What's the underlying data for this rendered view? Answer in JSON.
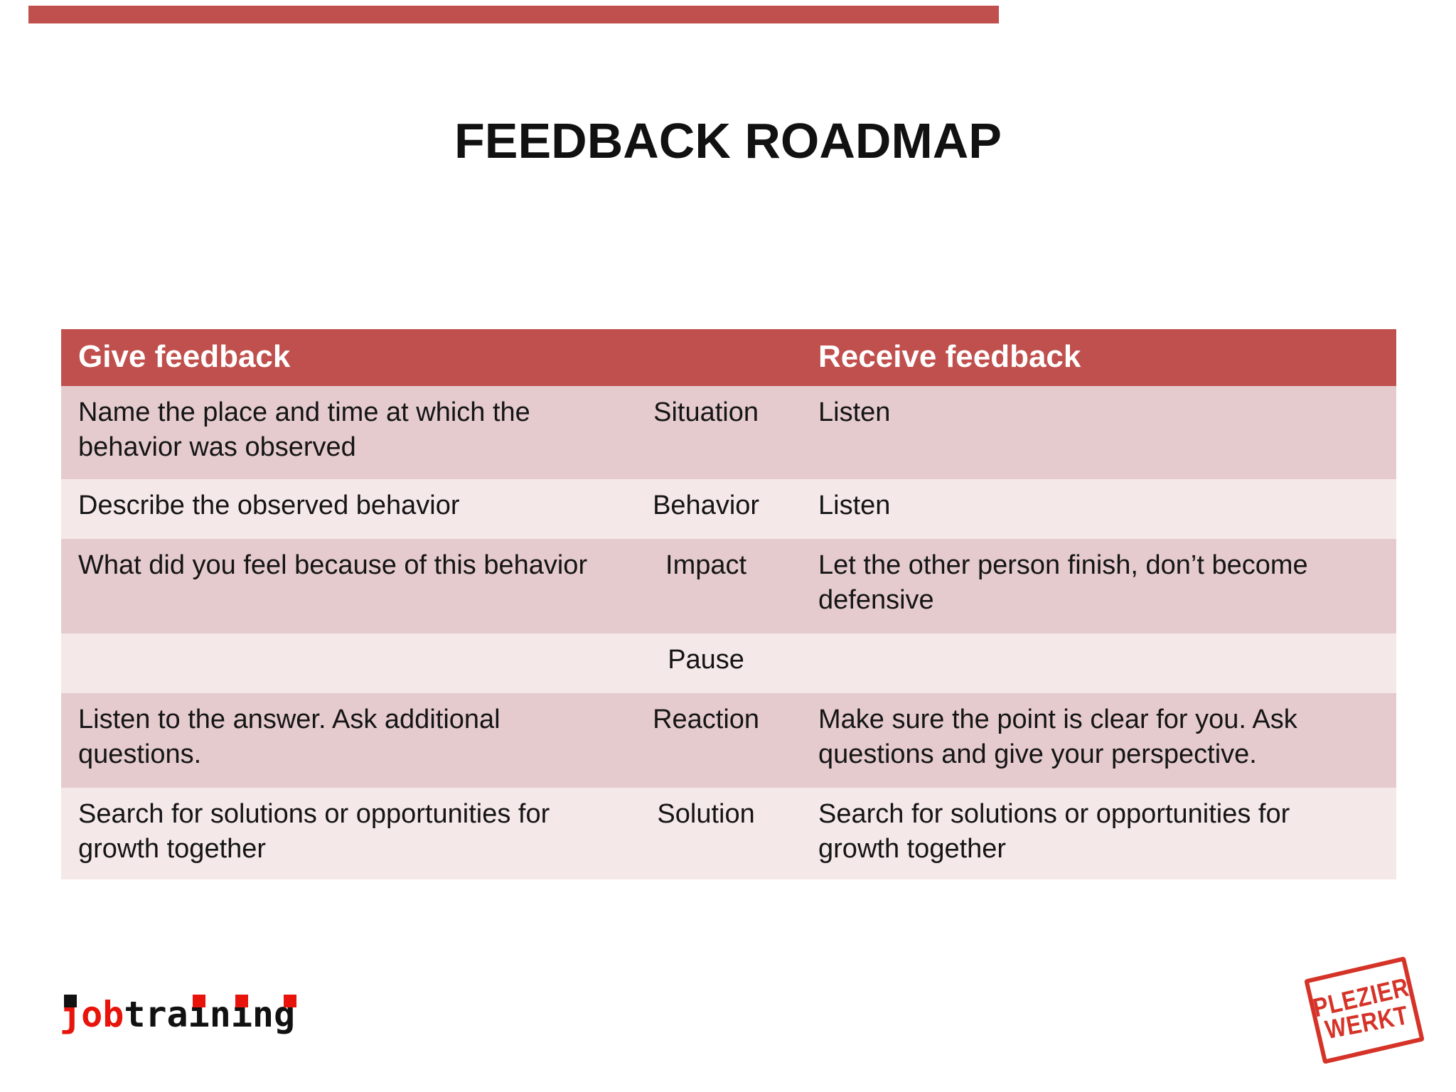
{
  "title": "FEEDBACK ROADMAP",
  "table": {
    "headers": {
      "give": "Give feedback",
      "receive": "Receive feedback"
    },
    "rows": [
      {
        "band": "dark",
        "give": "Name the place and time at which the behavior was observed",
        "step": "Situation",
        "receive": "Listen"
      },
      {
        "band": "light",
        "give": "Describe the observed behavior",
        "step": "Behavior",
        "receive": "Listen"
      },
      {
        "band": "dark",
        "give": "What did you feel because of this behavior",
        "step": "Impact",
        "receive": "Let the other person finish, don’t become defensive"
      },
      {
        "band": "light",
        "give": "",
        "step": "Pause",
        "receive": ""
      },
      {
        "band": "dark",
        "give": "Listen to the answer. Ask additional questions.",
        "step": "Reaction",
        "receive": "Make sure the point is clear for you. Ask questions and give your perspective."
      },
      {
        "band": "light",
        "give": "Search for solutions or opportunities for growth together",
        "step": "Solution",
        "receive": "Search for solutions or opportunities for growth together"
      }
    ]
  },
  "logo": {
    "part1": "job",
    "part2": "training"
  },
  "stamp": {
    "line1": "PLEZIER",
    "line2": "WERKT"
  },
  "colors": {
    "header_red": "#c0504d",
    "band_dark": "#e5cbce",
    "band_light": "#f5e8e9",
    "logo_red": "#e8130a",
    "stamp_red": "#d3291d",
    "accent_bar": "#c0504d"
  }
}
